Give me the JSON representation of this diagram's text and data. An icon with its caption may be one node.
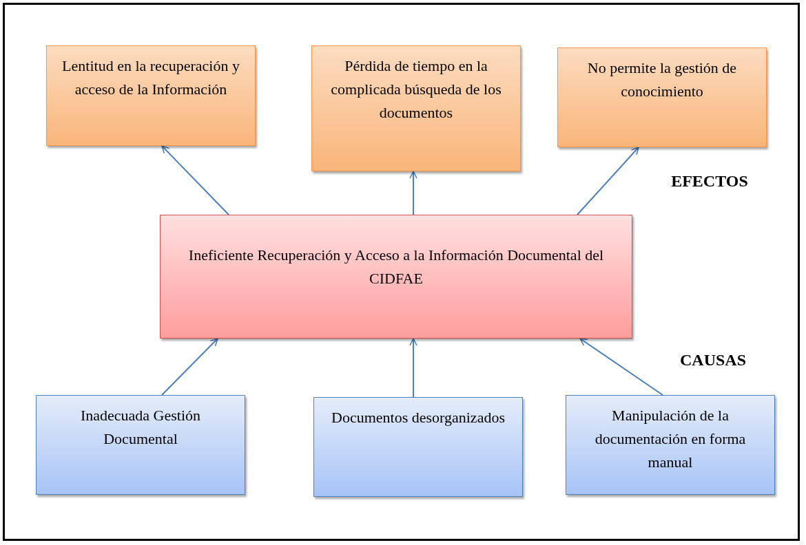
{
  "diagram": {
    "nodes": [
      {
        "text": [
          "Lentitud en la recuperación y acceso de la Información"
        ]
      },
      {
        "text": [
          "Pérdida de tiempo en la complicada búsqueda de los documentos"
        ]
      },
      {
        "text": [
          "No permite la gestión de conocimiento"
        ]
      },
      {
        "text": [
          "Ineficiente Recuperación y Acceso a la Información Documental del CIDFAE"
        ]
      },
      {
        "text": [
          "Inadecuada Gestión Documental"
        ]
      },
      {
        "text": [
          "Documentos desorganizados"
        ]
      },
      {
        "text": [
          "Manipulación de la documentación en forma manual"
        ]
      }
    ],
    "edges": [
      {
        "from": 3,
        "to": 0,
        "arrow": "to"
      },
      {
        "from": 3,
        "to": 1,
        "arrow": "to"
      },
      {
        "from": 3,
        "to": 2,
        "arrow": "to"
      },
      {
        "from": 4,
        "to": 3,
        "arrow": "to"
      },
      {
        "from": 5,
        "to": 3,
        "arrow": "to"
      },
      {
        "from": 6,
        "to": 3,
        "arrow": "to"
      }
    ],
    "labels": [
      "EFECTOS",
      "CAUSAS"
    ]
  }
}
